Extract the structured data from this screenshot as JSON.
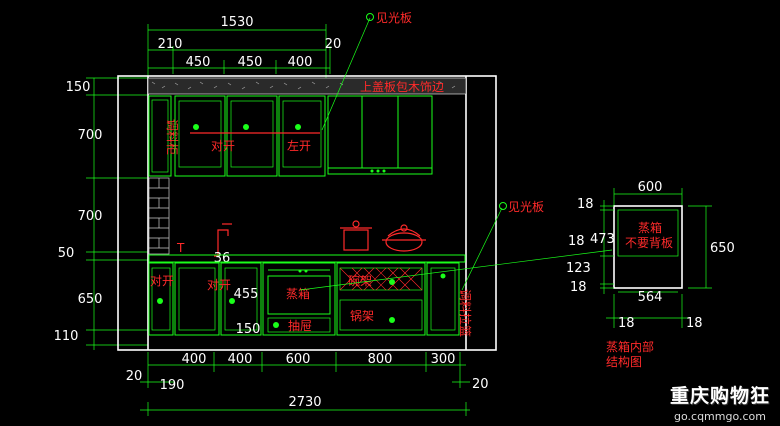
{
  "dims": {
    "top_total": "1530",
    "top_210": "210",
    "top_450a": "450",
    "top_450b": "450",
    "top_400": "400",
    "top_20": "20",
    "left_150": "150",
    "left_700a": "700",
    "left_700b": "700",
    "left_50": "50",
    "left_650": "650",
    "left_110": "110",
    "bot_400a": "400",
    "bot_400b": "400",
    "bot_600": "600",
    "bot_800": "800",
    "bot_300": "300",
    "bot_20a": "20",
    "bot_190": "190",
    "bot_20b": "20",
    "bot_total": "2730",
    "inner_36": "36",
    "inner_455": "455",
    "inner_150": "150",
    "det_600": "600",
    "det_18a": "18",
    "det_473": "473",
    "det_18b": "18",
    "det_650": "650",
    "det_123": "123",
    "det_18c": "18",
    "det_564": "564",
    "det_18d": "18",
    "det_18e": "18"
  },
  "labels": {
    "see_panel_top": "见光板",
    "see_panel_right": "见光板",
    "upper_board": "上盖板包木饰边",
    "open_left": "左开",
    "open_pair": "对开",
    "steam_box": "蒸箱",
    "pan_rack_top": "碗架",
    "pan_rack": "锅架",
    "drawer": "抽屉",
    "seasoning_pull": "调料拉篮",
    "base_open": "对开",
    "detail_title": "蒸箱",
    "detail_note": "不要背板",
    "detail_caption_1": "蒸箱内部",
    "detail_caption_2": "结构图",
    "side_cab": "调料柜",
    "tap": "T"
  },
  "watermark": {
    "title": "重庆购物狂",
    "url": "go.cqmmgo.com"
  }
}
